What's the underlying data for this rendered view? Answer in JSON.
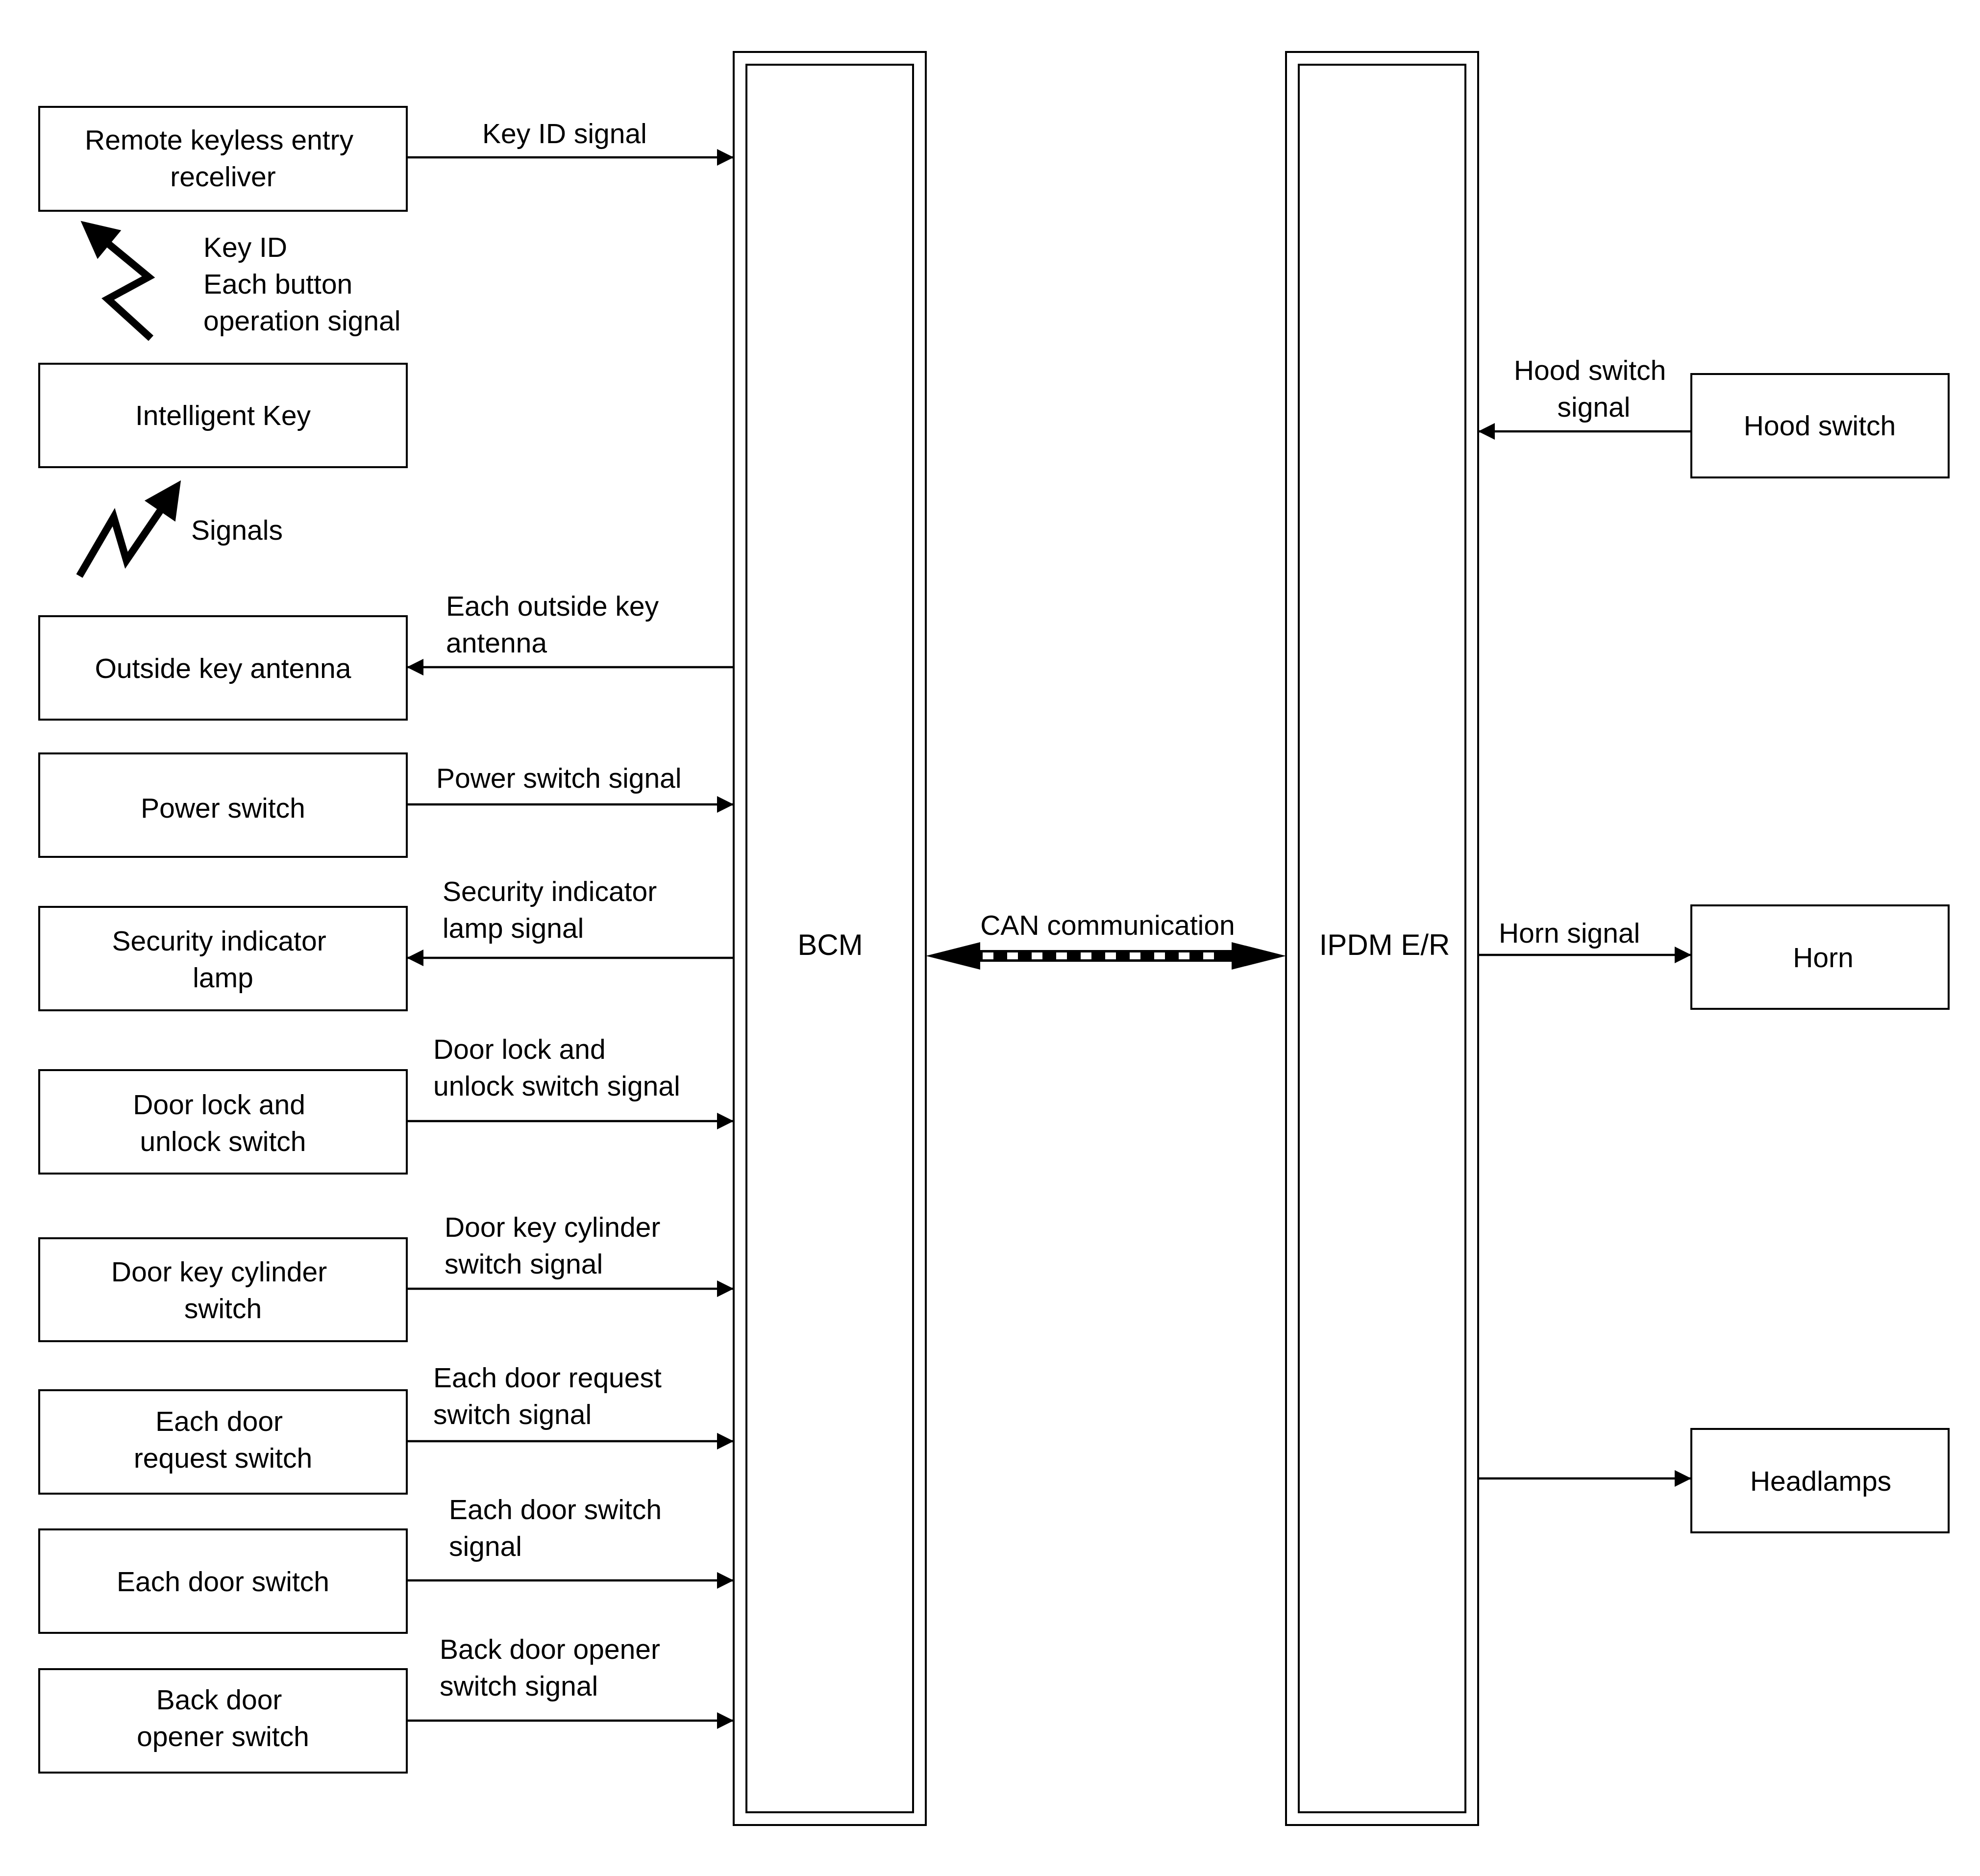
{
  "colors": {
    "stroke": "#000000",
    "background": "#ffffff"
  },
  "modules": {
    "bcm": "BCM",
    "ipdm": "IPDM E/R"
  },
  "can": {
    "label": "CAN communication"
  },
  "left_components": {
    "remote_receiver": [
      "Remote keyless entry",
      "receliver"
    ],
    "intelligent_key": [
      "Intelligent Key"
    ],
    "outside_antenna": [
      "Outside key antenna"
    ],
    "power_switch": [
      "Power switch"
    ],
    "security_lamp": [
      "Security indicator",
      "lamp"
    ],
    "door_lock_switch": [
      "Door lock and",
      "unlock switch"
    ],
    "key_cylinder_switch": [
      "Door key cylinder",
      "switch"
    ],
    "door_request_switch": [
      "Each door",
      "request switch"
    ],
    "door_switch": [
      "Each door switch"
    ],
    "back_door_switch": [
      "Back door",
      "opener switch"
    ]
  },
  "left_signals": {
    "key_id": [
      "Key ID signal"
    ],
    "outside_antenna": [
      "Each outside key",
      "antenna"
    ],
    "power_switch": [
      "Power switch signal"
    ],
    "security_lamp": [
      "Security indicator",
      "lamp signal"
    ],
    "door_lock": [
      "Door lock and",
      "unlock switch signal"
    ],
    "key_cylinder": [
      "Door key cylinder",
      "switch signal"
    ],
    "door_request": [
      "Each door request",
      "switch signal"
    ],
    "door_switch": [
      "Each door switch",
      "signal"
    ],
    "back_door": [
      "Back door opener",
      "switch signal"
    ]
  },
  "wireless": {
    "key_to_receiver": [
      "Key ID",
      "Each button",
      "operation signal"
    ],
    "antenna_to_key": [
      "Signals"
    ]
  },
  "right_components": {
    "hood_switch": [
      "Hood switch"
    ],
    "horn": [
      "Horn"
    ],
    "headlamps": [
      "Headlamps"
    ]
  },
  "right_signals": {
    "hood_switch": [
      "Hood switch",
      "signal"
    ],
    "horn": [
      "Horn signal"
    ]
  }
}
